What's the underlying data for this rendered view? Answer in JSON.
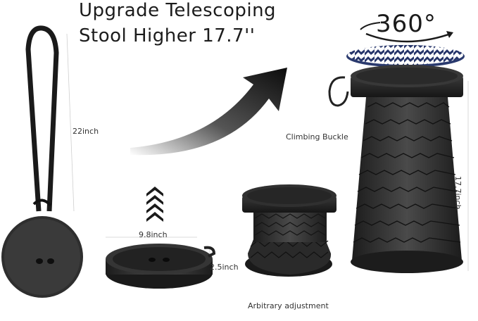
{
  "headline": {
    "line1": "Upgrade Telescoping",
    "line2": "Stool Higher 17.7''"
  },
  "labels": {
    "rotation": "360°",
    "climbing_buckle": "Climbing Buckle",
    "arbitrary_adjustment": "Arbitrary adjustment"
  },
  "dimensions": {
    "strap_length": "22inch",
    "diameter": "9.8inch",
    "folded_height": "2.5inch",
    "extended_height": "17.7inch"
  },
  "colors": {
    "stool_body": "#2b2b2b",
    "cushion_pattern": "#2a3a6e",
    "arrow": "#111111"
  }
}
